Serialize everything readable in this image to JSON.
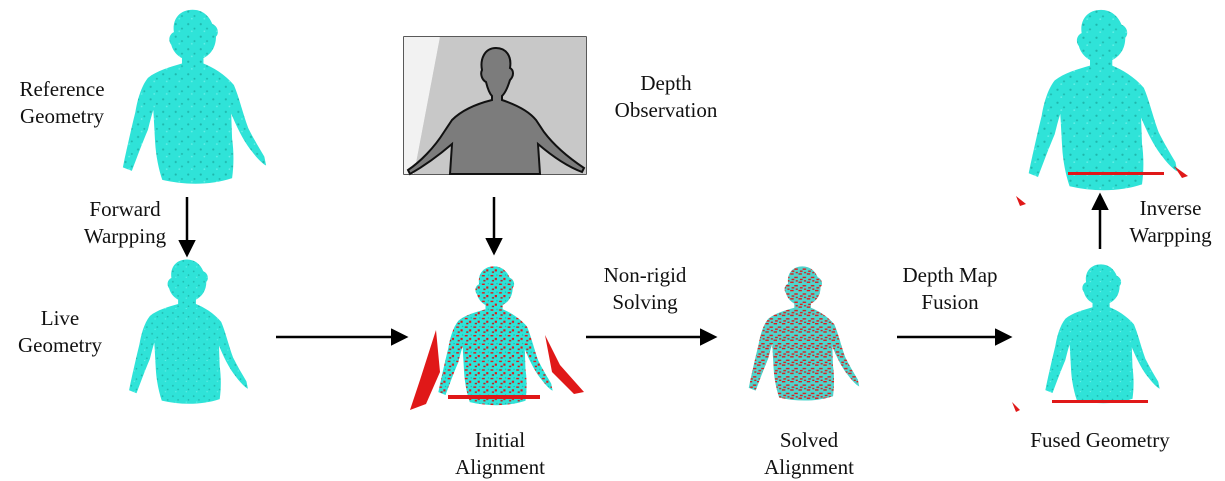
{
  "labels": {
    "reference": [
      "Reference",
      "Geometry"
    ],
    "forward": [
      "Forward",
      "Warpping"
    ],
    "live": [
      "Live",
      "Geometry"
    ],
    "depth_obs": [
      "Depth",
      "Observation"
    ],
    "nonrigid": [
      "Non-rigid",
      "Solving"
    ],
    "depthfusion": [
      "Depth Map",
      "Fusion"
    ],
    "inverse": [
      "Inverse",
      "Warpping"
    ],
    "initial": [
      "Initial",
      "Alignment"
    ],
    "solved": [
      "Solved",
      "Alignment"
    ],
    "fused": "Fused Geometry"
  },
  "colors": {
    "geometry": "#2fe3d8",
    "geometry_dark": "#1fb7ad",
    "error": "#e01818",
    "arrow": "#000000",
    "depth_bg": "#cfcfcf",
    "depth_person": "#7a7a7a"
  },
  "icons": {
    "reference_geometry": "human-torso-point-cloud-icon",
    "live_geometry": "human-torso-point-cloud-icon",
    "initial_alignment": "human-torso-point-cloud-icon",
    "solved_alignment": "human-torso-point-cloud-icon",
    "fused_geometry": "human-torso-point-cloud-icon",
    "depth_observation": "depth-map-image-icon"
  }
}
